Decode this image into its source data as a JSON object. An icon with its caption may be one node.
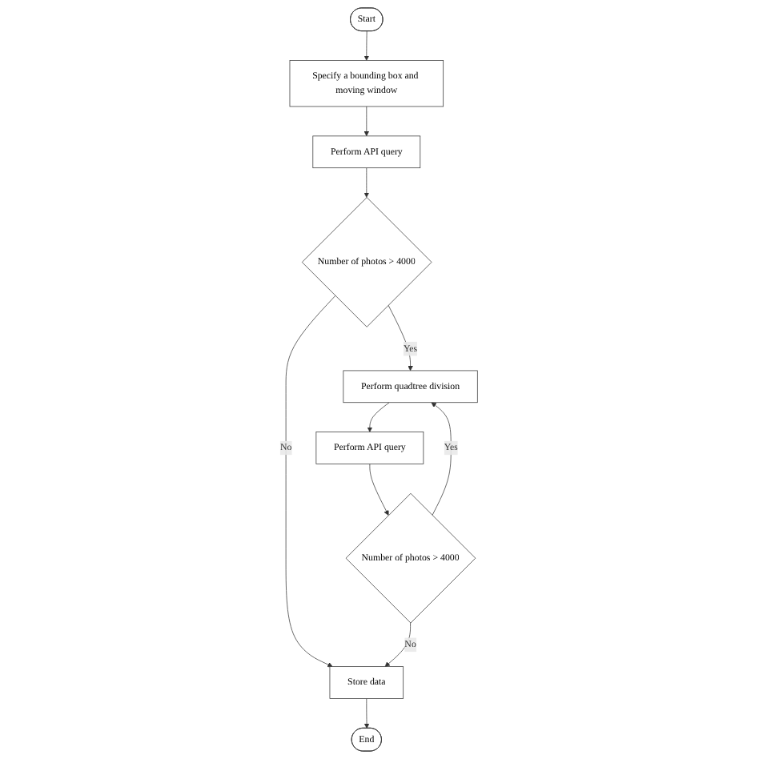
{
  "diagram": {
    "nodes": [
      {
        "text": [
          "Start"
        ]
      },
      {
        "text": [
          "Specify a bounding box and moving window"
        ]
      },
      {
        "text": [
          "Perform API query"
        ]
      },
      {
        "text": [
          "Number of photos > 4000"
        ]
      },
      {
        "text": [
          "Perform quadtree division"
        ]
      },
      {
        "text": [
          "Perform API query"
        ]
      },
      {
        "text": [
          "Number of photos > 4000"
        ]
      },
      {
        "text": [
          "Store data"
        ]
      },
      {
        "text": [
          "End"
        ]
      }
    ],
    "edges": [
      {
        "from": 0,
        "to": 1,
        "arrow": "to"
      },
      {
        "from": 1,
        "to": 2,
        "arrow": "to"
      },
      {
        "from": 2,
        "to": 3,
        "arrow": "to"
      },
      {
        "from": 3,
        "to": 4,
        "arrow": "to",
        "label": "Yes"
      },
      {
        "from": 3,
        "to": 7,
        "arrow": "to",
        "label": "No"
      },
      {
        "from": 4,
        "to": 5,
        "arrow": "to"
      },
      {
        "from": 5,
        "to": 6,
        "arrow": "to"
      },
      {
        "from": 6,
        "to": 4,
        "arrow": "to",
        "label": "Yes"
      },
      {
        "from": 6,
        "to": 7,
        "arrow": "to",
        "label": "No"
      },
      {
        "from": 7,
        "to": 8,
        "arrow": "to"
      }
    ]
  }
}
